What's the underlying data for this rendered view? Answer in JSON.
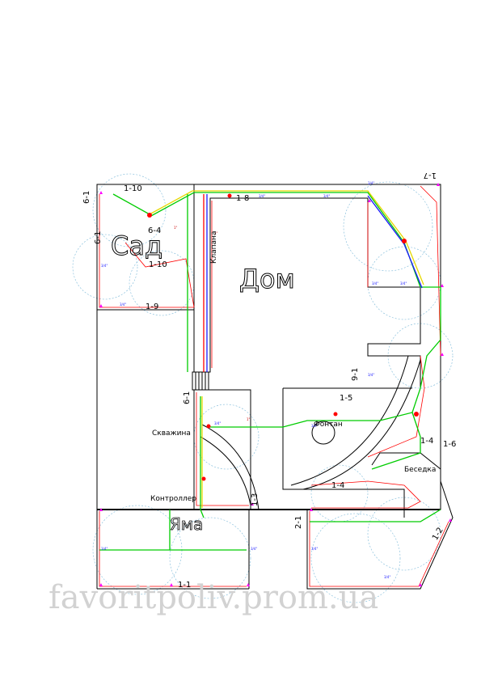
{
  "plan": {
    "house_label": "Дом",
    "garden_label": "Сад",
    "pit_label": "Яма",
    "well_label": "Скважина",
    "controller_label": "Контроллер",
    "fountain_label": "Фонтан",
    "gazebo_label": "Беседка",
    "valve_label": "Клапана",
    "pipe_size_main": "3/4\"",
    "pipe_size_branch": "1\"",
    "watermark": "favoritpoliv.prom.ua"
  },
  "zone_labels": [
    "1-10",
    "6-1",
    "1-8",
    "1-7",
    "1-9",
    "1-3",
    "6-1",
    "6-4",
    "1-10",
    "1-1",
    "1-2",
    "1-4",
    "1-5",
    "1-6",
    "2-1",
    "9-1",
    "6-1",
    "1-4"
  ],
  "colors": {
    "wall": "#000000",
    "pipe_main": "#00cc00",
    "pipe_yellow": "#e6d800",
    "pipe_blue": "#1a1aff",
    "pipe_red": "#ff0000",
    "zone_boundary": "#ff0000",
    "sprinkler_marker": "#ff00ff",
    "spray_arc": "#7ab8d8"
  }
}
